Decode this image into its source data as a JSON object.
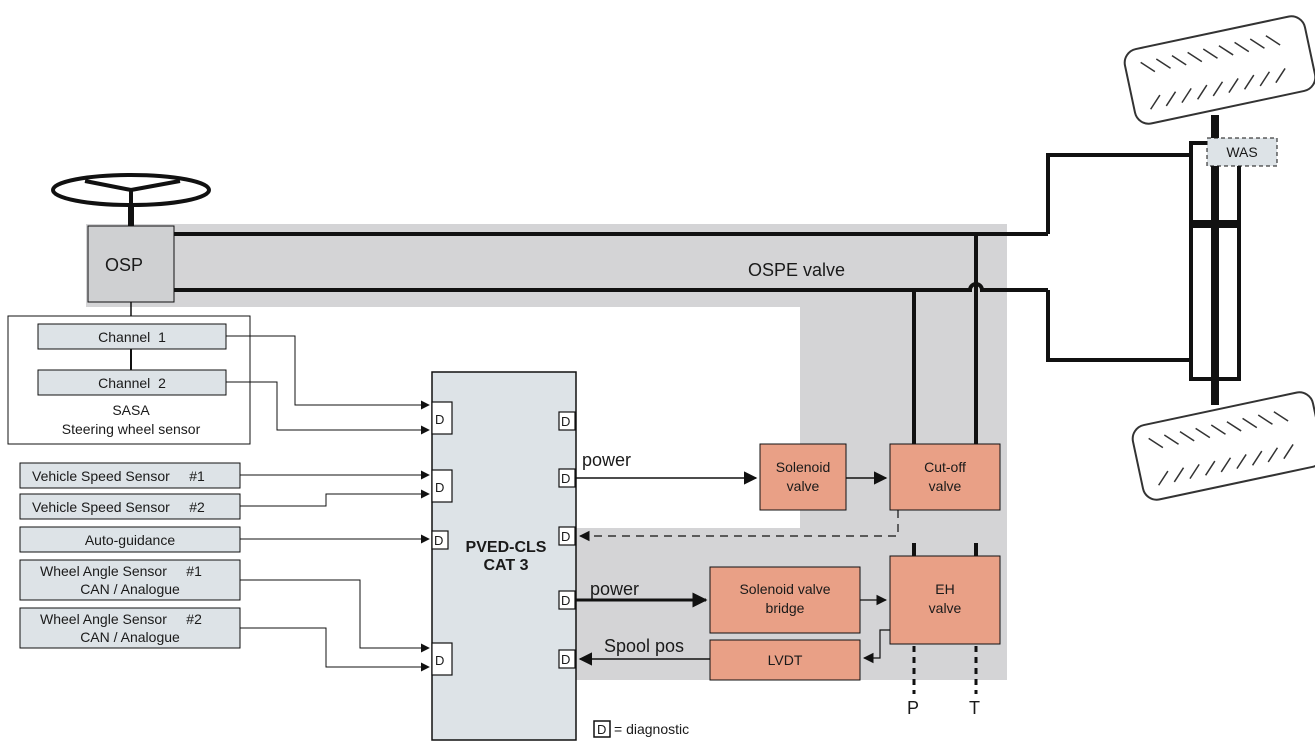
{
  "osp": {
    "label": "OSP"
  },
  "ospe_valve": {
    "label": "OSPE valve"
  },
  "sasa": {
    "channel1": "Channel  1",
    "channel2": "Channel  2",
    "title": "SASA",
    "subtitle": "Steering wheel sensor"
  },
  "inputs": {
    "vss1": "Vehicle Speed Sensor     #1",
    "vss2": "Vehicle Speed Sensor     #2",
    "auto_guidance": "Auto-guidance",
    "was1_line1": "Wheel Angle Sensor     #1",
    "was1_line2": "CAN / Analogue",
    "was2_line1": "Wheel Angle Sensor     #2",
    "was2_line2": "CAN / Analogue"
  },
  "pved": {
    "line1": "PVED-CLS",
    "line2": "CAT 3"
  },
  "diag_mark": "D",
  "signals": {
    "power1": "power",
    "power2": "power",
    "spool_pos": "Spool pos"
  },
  "valves": {
    "solenoid_line1": "Solenoid",
    "solenoid_line2": "valve",
    "cutoff_line1": "Cut-off",
    "cutoff_line2": "valve",
    "bridge_line1": "Solenoid valve",
    "bridge_line2": "bridge",
    "eh_line1": "EH",
    "eh_line2": "valve",
    "lvdt": "LVDT"
  },
  "ports": {
    "p": "P",
    "t": "T"
  },
  "was": {
    "label": "WAS"
  },
  "legend": {
    "mark": "D",
    "text": "= diagnostic"
  },
  "colors": {
    "band": "#d4d4d6",
    "box": "#dde3e7",
    "valve": "#e9a086",
    "line": "#111111"
  }
}
